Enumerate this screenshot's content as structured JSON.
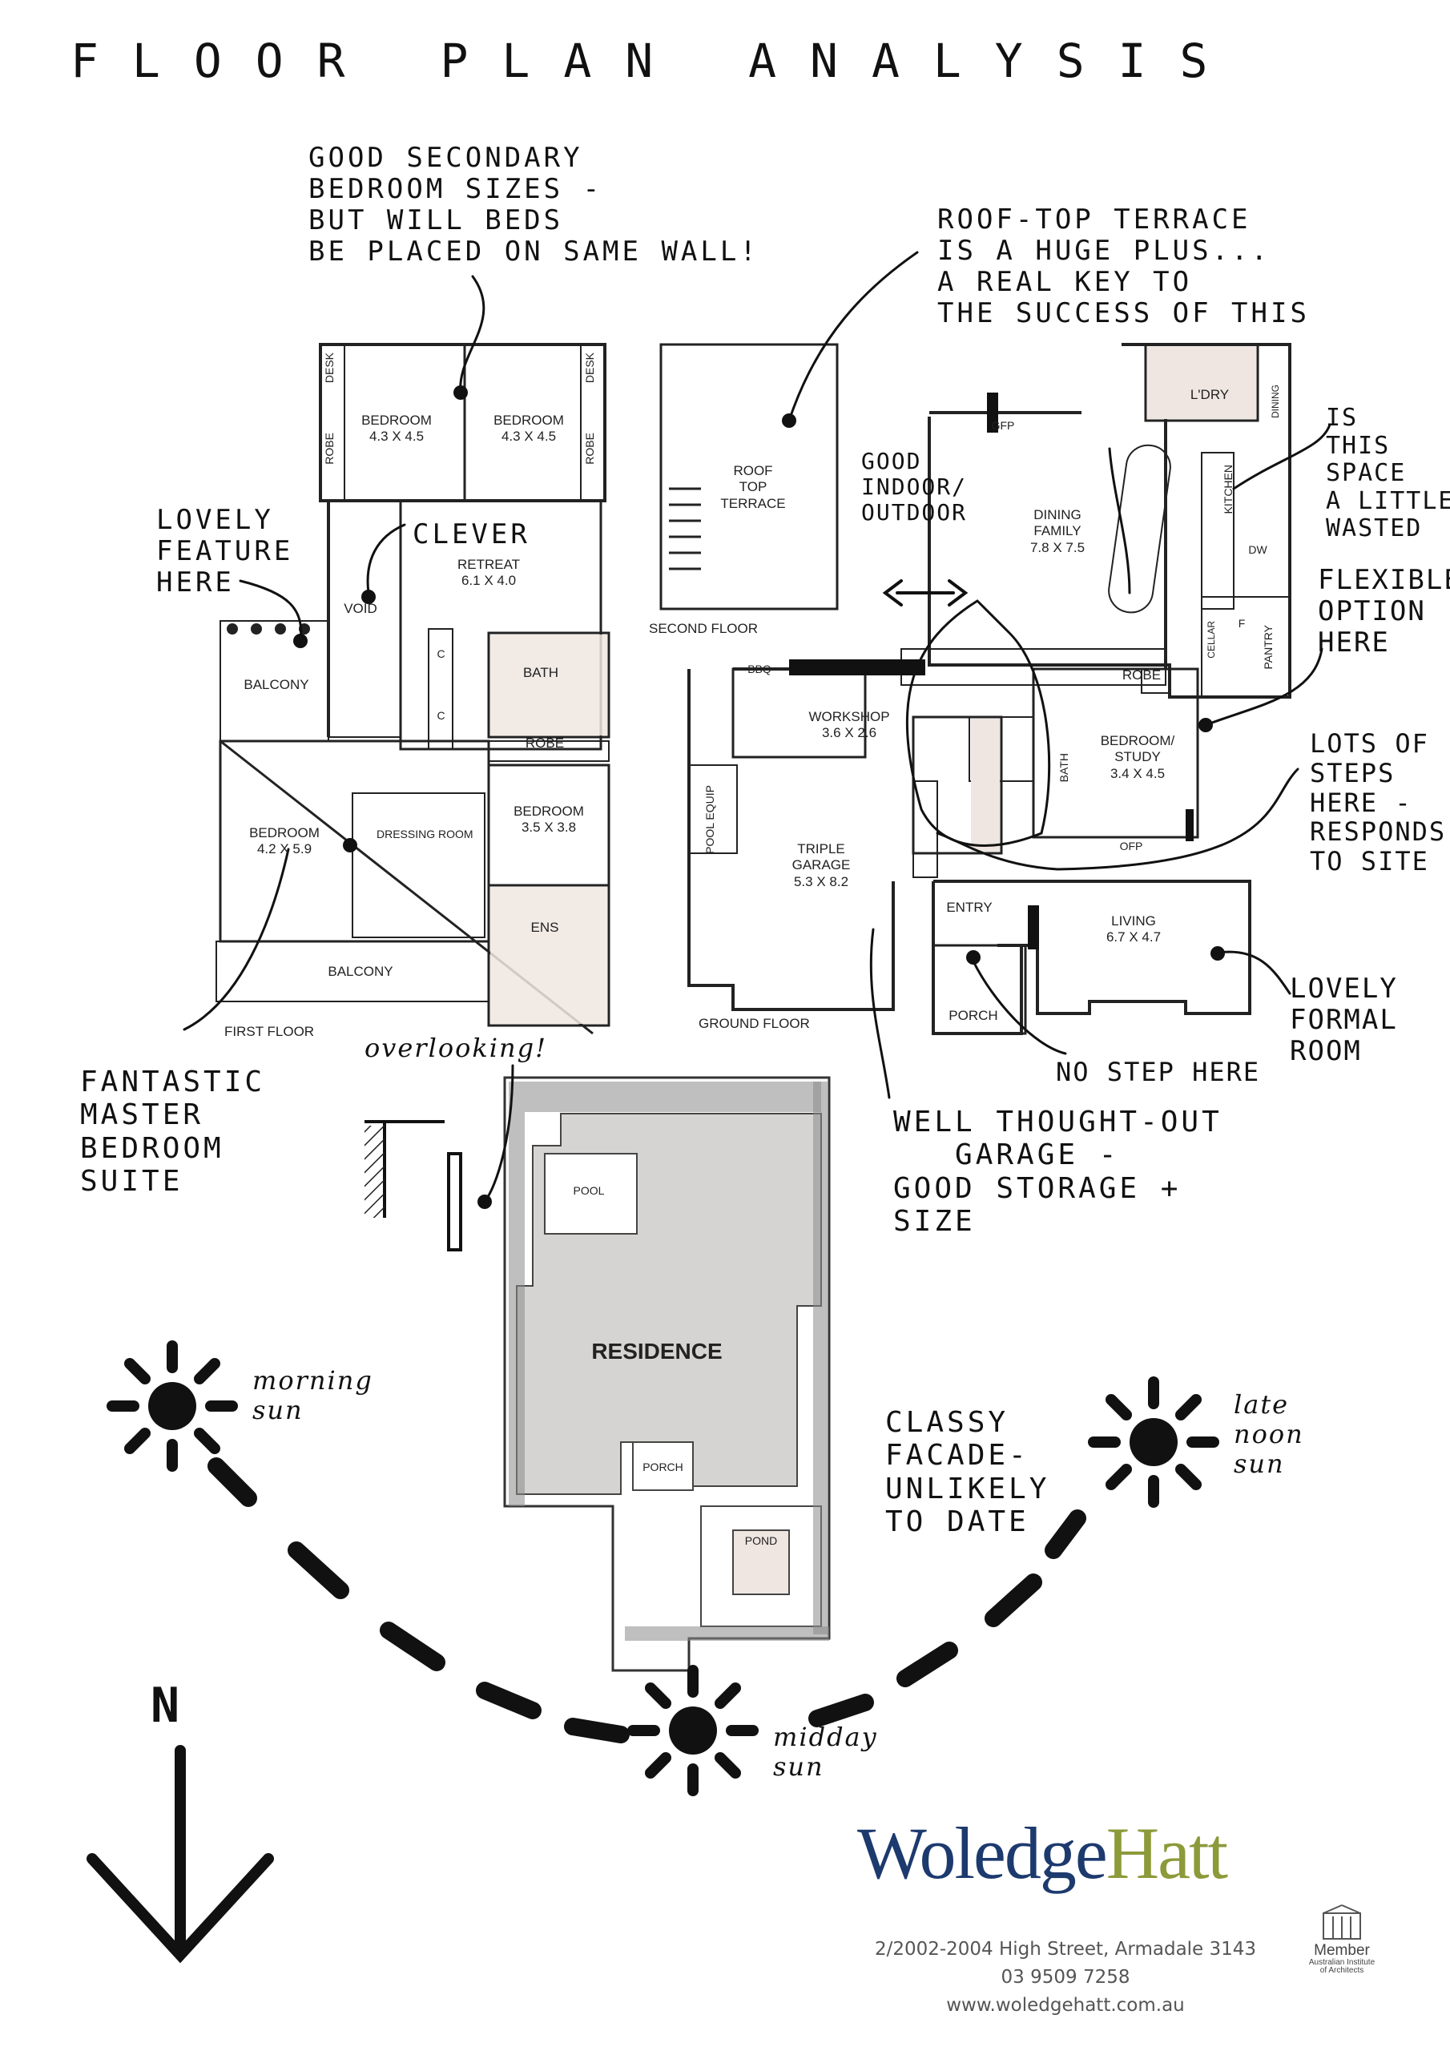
{
  "title": "FLOOR PLAN ANALYSIS",
  "floors": {
    "first": "FIRST FLOOR",
    "second": "SECOND FLOOR",
    "ground": "GROUND FLOOR"
  },
  "rooms": {
    "desk_left": "DESK",
    "desk_right": "DESK",
    "robe_left": "ROBE",
    "robe_right": "ROBE",
    "bedroom_a": "BEDROOM\n4.3 X 4.5",
    "bedroom_b": "BEDROOM\n4.3 X 4.5",
    "void": "VOID",
    "retreat": "RETREAT\n6.1 X 4.0",
    "balcony_upper": "BALCONY",
    "bath_first": "BATH",
    "robe_first": "ROBE",
    "bedroom_c": "BEDROOM\n3.5 X 3.8",
    "bedroom_master": "BEDROOM\n4.2 X 5.9",
    "dressing_room": "DRESSING ROOM",
    "ens": "ENS",
    "balcony_lower": "BALCONY",
    "c1": "C",
    "c2": "C",
    "roof_terrace": "ROOF\nTOP\nTERRACE",
    "bbq": "BBQ",
    "workshop": "WORKSHOP\n3.6 X 2.6",
    "pool_equip": "POOL EQUIP",
    "triple_garage": "TRIPLE\nGARAGE\n5.3 X 8.2",
    "gfp": "GFP",
    "ldry": "L'DRY",
    "dining_family": "DINING\nFAMILY\n7.8 X 7.5",
    "kitchen": "KITCHEN",
    "dining_vert": "DINING",
    "dw": "DW",
    "cellar": "CELLAR",
    "pantry": "PANTRY",
    "f": "F",
    "robe_ground": "ROBE",
    "bedroom_study": "BEDROOM/\nSTUDY\n3.4 X 4.5",
    "bath_ground": "BATH",
    "ofp": "OFP",
    "entry": "ENTRY",
    "living": "LIVING\n6.7 X 4.7",
    "porch": "PORCH"
  },
  "site": {
    "pool": "POOL",
    "residence": "RESIDENCE",
    "porch": "PORCH",
    "pond": "POND"
  },
  "annotations": {
    "secondary_bedrooms": "GOOD SECONDARY\nBEDROOM SIZES -\nBUT WILL BEDS\nBE PLACED ON SAME WALL!",
    "roof_terrace": "ROOF-TOP TERRACE\nIS A HUGE PLUS...\nA REAL KEY TO\nTHE SUCCESS OF THIS",
    "lovely_feature": "LOVELY\nFEATURE\nHERE",
    "clever": "CLEVER",
    "indoor_outdoor": "GOOD\nINDOOR/\nOUTDOOR",
    "wasted_space": "IS\nTHIS\nSPACE\nA LITTLE\nWASTED",
    "flexible": "FLEXIBLE\nOPTION\nHERE",
    "steps": "LOTS OF\nSTEPS\nHERE -\nRESPONDS\nTO SITE",
    "formal_room": "LOVELY\nFORMAL\nROOM",
    "no_step": "NO STEP HERE",
    "garage": "WELL THOUGHT-OUT\n   GARAGE -\nGOOD STORAGE +\nSIZE",
    "master_suite": "FANTASTIC\nMASTER\nBEDROOM\nSUITE",
    "overlooking": "overlooking!",
    "facade": "CLASSY\nFACADE-\nUNLIKELY\nTO DATE",
    "morning_sun": "morning\nsun",
    "midday_sun": "midday\nsun",
    "late_sun": "late\nnoon\nsun",
    "north": "N"
  },
  "brand": {
    "name_part1": "Woledge",
    "name_part2": "Hatt",
    "address": "2/2002-2004 High Street, Armadale 3143",
    "phone": "03 9509 7258",
    "website": "www.woledgehatt.com.au",
    "member_label": "Member",
    "member_org": "Australian Institute\nof Architects"
  },
  "colors": {
    "ink": "#111111",
    "wet_area": "#efe6e1",
    "site_fill": "#d6d4d2",
    "hedge": "#7a7a7a",
    "brand_blue": "#1d3a6e",
    "brand_olive": "#8d9a3a"
  }
}
